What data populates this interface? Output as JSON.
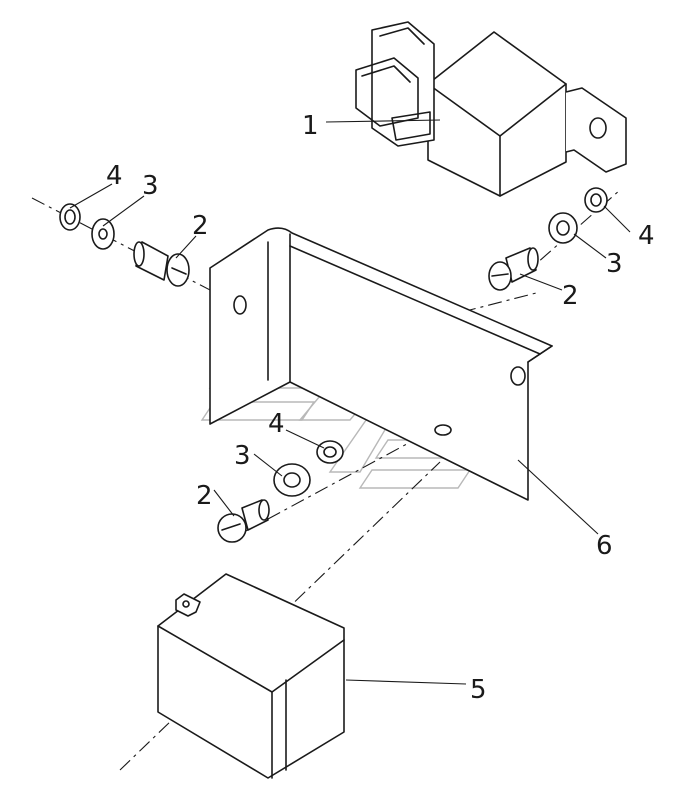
{
  "callouts": {
    "relay": "1",
    "bolt_left": "2",
    "bolt_right": "2",
    "bolt_bottom": "2",
    "flat_washer_left": "3",
    "flat_washer_right": "3",
    "flat_washer_bottom": "3",
    "spring_washer_left": "4",
    "spring_washer_right": "4",
    "spring_washer_bottom": "4",
    "flasher_unit": "5",
    "bracket": "6"
  }
}
